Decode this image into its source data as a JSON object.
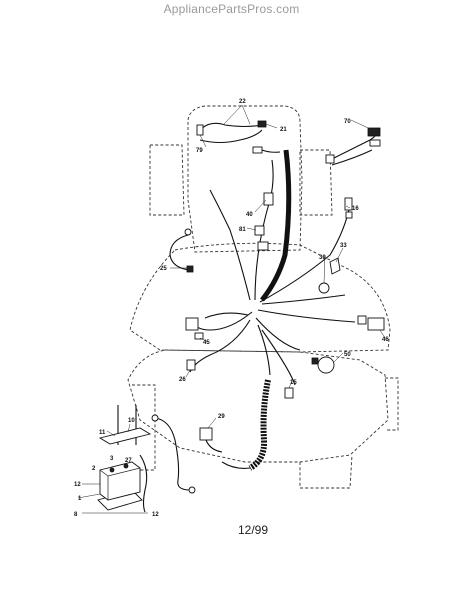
{
  "header": {
    "site_name": "AppliancePartsPros.com"
  },
  "diagram": {
    "date_code": "12/99",
    "callouts": [
      "22",
      "21",
      "79",
      "70",
      "16",
      "40",
      "81",
      "33",
      "25",
      "30",
      "45",
      "46",
      "50",
      "26",
      "15",
      "29",
      "11",
      "10",
      "12",
      "2",
      "27",
      "3",
      "1",
      "8",
      "12"
    ]
  },
  "colors": {
    "line": "#111111",
    "watermark": "#9a9a9a",
    "background": "#ffffff"
  }
}
